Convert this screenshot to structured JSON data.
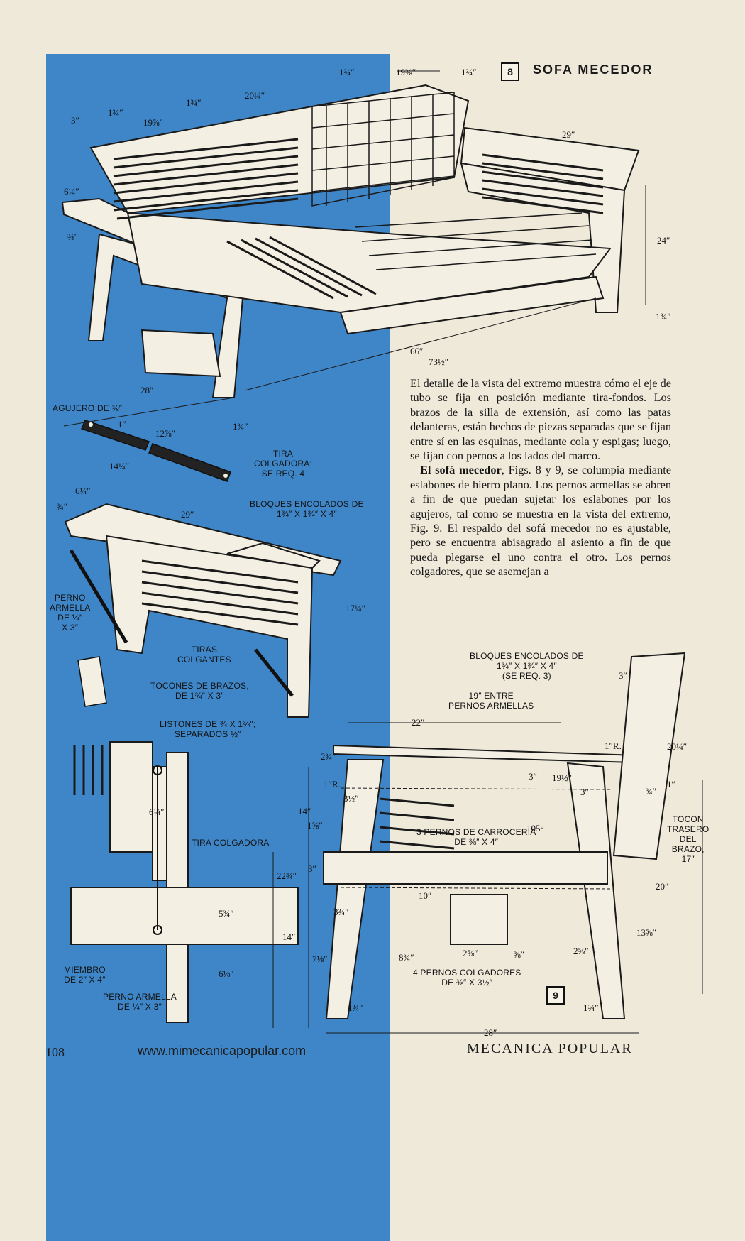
{
  "header": {
    "fig_number": "8",
    "title": "SOFA MECEDOR"
  },
  "fig9": {
    "number": "9"
  },
  "article": {
    "p1": "El detalle de la vista del extremo muestra cómo el eje de tubo se fija en posición mediante tira-fondos. Los brazos de la silla de extensión, así como las patas delanteras, están hechos de piezas separadas que se fijan entre sí en las esquinas, mediante cola y espigas; luego, se fijan con pernos a los lados del marco.",
    "p2_bold": "El sofá mecedor",
    "p2": ", Figs. 8 y 9, se columpia mediante eslabones de hierro plano. Los pernos armellas se abren a fin de que puedan sujetar los eslabones por los agujeros, tal como se muestra en la vista del extremo, Fig. 9. El respaldo del sofá mecedor no es ajustable, pero se encuentra abisagrado al asiento a fin de que pueda plegarse el uno contra el otro. Los pernos colgadores, que se asemejan a"
  },
  "labels": {
    "agujero": "AGUJERO DE ⅜″",
    "tira_colgadora_req": "TIRA\nCOLGADORA;\nSE REQ. 4",
    "bloques_top": "BLOQUES ENCOLADOS DE\n1¾″ X 1¾″ X 4″",
    "perno_armella_left": "PERNO\nARMELLA\nDE ¼″\nX 3″",
    "tiras_colgantes": "TIRAS\nCOLGANTES",
    "tocones": "TOCONES DE BRAZOS,\nDE 1¾″ X 3″",
    "listones": "LISTONES DE ¾ X 1¾″;\nSEPARADOS ½″",
    "tira_colgadora": "TIRA COLGADORA",
    "miembro": "MIEMBRO\nDE 2″ X 4″",
    "perno_armella_bottom": "PERNO ARMELLA\nDE ¼″ X 3″",
    "bloques_fig9": "BLOQUES ENCOLADOS DE\n1¾″ X 1¾″ X 4″\n(SE REQ. 3)",
    "entre_pernos": "19″ ENTRE\nPERNOS ARMELLAS",
    "pernos_carroceria": "3 PERNOS DE CARROCERIA\nDE ⅜″ X 4″",
    "pernos_colgadores": "4 PERNOS COLGADORES\nDE ⅜″ X 3½″",
    "tocon_trasero": "TOCON\nTRASERO\nDEL\nBRAZO,\n17″"
  },
  "dims": {
    "d1": "19⅜″",
    "d2": "1¾″",
    "d3": "1¾″",
    "d4": "20¼″",
    "d5": "1¾″",
    "d6": "3″",
    "d7": "1¾″",
    "d8": "19⅞″",
    "d9": "29″",
    "d10": "6¼″",
    "d11": "¾″",
    "d12": "24″",
    "d13": "1¾″",
    "d14": "66″",
    "d15": "73½″",
    "d16": "28″",
    "d17": "1″",
    "d18": "12⅞″",
    "d19": "14¼″",
    "d20": "1¾″",
    "d21": "6¼″",
    "d22": "¾″",
    "d23": "29″",
    "d24": "17¼″",
    "d25": "6¼″",
    "d26": "5¾″",
    "d27": "6⅛″",
    "d28": "22″",
    "d29": "2¾″",
    "d30": "1″R.",
    "d31": "1″R.",
    "d32": "3″",
    "d33": "19½″",
    "d34": "3″",
    "d35": "3½″",
    "d36": "14″",
    "d37": "1⅝″",
    "d38": "105°",
    "d39": "22¾″",
    "d40": "3″",
    "d41": "10″",
    "d42": "3¾″",
    "d43": "14″",
    "d44": "7⅛″",
    "d45": "8¾″",
    "d46": "2⅝″",
    "d47": "⅜″",
    "d48": "2⅝″",
    "d49": "1¾″",
    "d50": "1¾″",
    "d51": "28″",
    "d52": "3″",
    "d53": "20¼″",
    "d54": "¾″",
    "d55": "1″",
    "d56": "20″",
    "d57": "13⅝″"
  },
  "footer": {
    "page": "108",
    "url": "www.mimecanicapopular.com",
    "magazine": "MECANICA POPULAR"
  }
}
